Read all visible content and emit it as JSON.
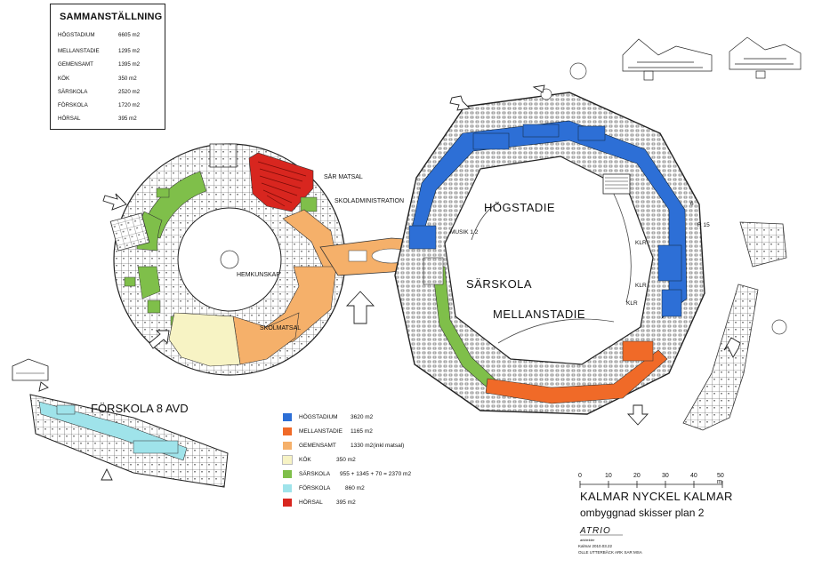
{
  "summary": {
    "title": "SAMMANSTÄLLNING",
    "rows": [
      {
        "name": "HÖGSTADIUM",
        "value": "6605 m2"
      },
      {
        "name": "MELLANSTADIE",
        "value": "1295 m2"
      },
      {
        "name": "GEMENSAMT",
        "value": "1395 m2"
      },
      {
        "name": "KÖK",
        "value": "350 m2"
      },
      {
        "name": "SÄRSKOLA",
        "value": "2520 m2"
      },
      {
        "name": "FÖRSKOLA",
        "value": "1720 m2"
      },
      {
        "name": "HÖRSAL",
        "value": "395 m2"
      }
    ]
  },
  "legend": [
    {
      "name": "HÖGSTADIUM",
      "value": "3620 m2",
      "color": "#2d6fd6"
    },
    {
      "name": "MELLANSTADIE",
      "value": "1165 m2",
      "color": "#f06a28"
    },
    {
      "name": "GEMENSAMT",
      "value": "1330 m2(inkl matsal)",
      "color": "#f5b06a"
    },
    {
      "name": "KÖK",
      "value": "350 m2",
      "color": "#f7f3c4"
    },
    {
      "name": "SÄRSKOLA",
      "value": "955 + 1345 + 70 = 2370 m2",
      "color": "#7fbf4a"
    },
    {
      "name": "FÖRSKOLA",
      "value": "860 m2",
      "color": "#9fe3ea"
    },
    {
      "name": "HÖRSAL",
      "value": "395 m2",
      "color": "#d8261f"
    }
  ],
  "plan_labels": {
    "sar_matsal": "SÄR MATSAL",
    "skoladministration": "SKOLADMINISTRATION",
    "hemkunskap": "HEMKUNSKAP",
    "skolmatsal": "SKOLMATSAL",
    "hogstadie": "HÖGSTADIE",
    "sarskola": "SÄRSKOLA",
    "mellanstadie": "MELLANSTADIE",
    "musik": "MUSIK 1 2",
    "r15": "R 15",
    "klr1": "KLR",
    "klr2": "KLR",
    "klr3": "KLR",
    "forskola": "FÖRSKOLA 8 AVD",
    "num6": "6"
  },
  "scale": {
    "ticks": [
      "0",
      "10",
      "20",
      "30",
      "40",
      "50 m"
    ]
  },
  "title_block": {
    "title": "KALMAR NYCKEL KALMAR",
    "subtitle": "ombyggnad   skisser plan 2",
    "logo": "ATRIO",
    "logo_sub": "arkitekter",
    "line1": "Kalmar 2010.03.22",
    "line2": "OLLE UTTERBÄCK ARK SAR MSA"
  },
  "colors": {
    "blue": "#2d6fd6",
    "orange": "#f06a28",
    "peach": "#f5b06a",
    "cream": "#f7f3c4",
    "green": "#7fbf4a",
    "cyan": "#9fe3ea",
    "red": "#d8261f"
  }
}
